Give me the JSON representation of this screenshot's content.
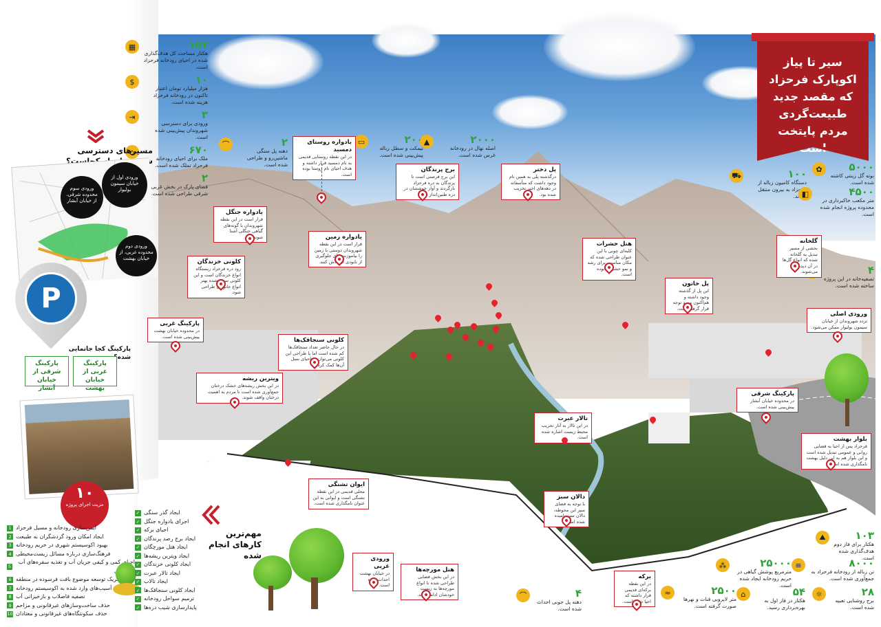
{
  "title": "سیر تا پیاز اکوپارک فرحزاد که مقصد جدید طبیعت‌گردی مردم پایتخت است",
  "stats_left": [
    {
      "icon": "area-icon",
      "num": "۱۵۷",
      "text": "هکتار مساحت کل هدف‌گذاری شده در احیای رودخانه فرحزاد است."
    },
    {
      "icon": "money-icon",
      "num": "۱۰",
      "text": "هزار میلیارد تومان اعتبار تاکنون در رودخانه فرحزاد هزینه شده است."
    },
    {
      "icon": "entry-icon",
      "num": "۳",
      "text": "ورودی برای دسترسی شهروندان پیش‌بینی شده است."
    },
    {
      "icon": "house-icon",
      "num": "۶۷۰",
      "text": "ملک برای احیای رودخانه فرحزاد تملک شده است."
    },
    {
      "icon": "park-icon",
      "num": "۲",
      "text": "فضای پارک در بخش غربی و شرقی طراحی شده است."
    }
  ],
  "stats_top": [
    {
      "icon": "bridge-icon",
      "num": "۲",
      "text": "دهنه پل سنگی ماشین‌رو و طراحی شده است."
    },
    {
      "icon": "bench-icon",
      "num": "۲۰۰",
      "text": "نیمکت و سطل زباله پیش‌بینی شده است."
    },
    {
      "icon": "tree-icon",
      "num": "۲۰۰۰",
      "text": "اصله نهال در رودخانه غرس شده است."
    }
  ],
  "stats_right": [
    {
      "icon": "flower-icon",
      "num": "۵۰۰۰",
      "text": "بوته گل زینتی کاشته شده است."
    },
    {
      "icon": "truck-icon",
      "num": "۱۰۰",
      "text": "دستگاه کامیون زباله از فرحزاد به بیرون منتقل کردند."
    },
    {
      "icon": "cube-icon",
      "num": "۴۵۰۰",
      "text": "متر مکعب خاکبرداری در محدوده پروژه انجام شده است."
    },
    {
      "icon": "filter-icon",
      "num": "۴",
      "text": "تصفیه‌خانه در این پروژه ساخته شده است."
    }
  ],
  "stats_bottom": [
    {
      "icon": "hectare-icon",
      "num": "۱۰۳",
      "text": "هکتار برای فاز دوم هدف‌گذاری شده است."
    },
    {
      "icon": "road-icon",
      "num": "۸۰۰۰",
      "text": "تن زباله از رودخانه فرحزاد به جمع‌آوری شده است."
    },
    {
      "icon": "grass-icon",
      "num": "۲۵۰۰۰",
      "text": "مترمربع پوشش گیاهی در حریم رودخانه ایجاد شده است."
    },
    {
      "icon": "lamp-icon",
      "num": "۲۸",
      "text": "برج روشنایی تعبیه شده است."
    },
    {
      "icon": "factory-icon",
      "num": "۵۴",
      "text": "هکتار در فاز اول به بهره‌برداری رسید."
    },
    {
      "icon": "water-icon",
      "num": "۲۵۰۰",
      "text": "متر لایروبی قنات و نهرها صورت گرفته است."
    },
    {
      "icon": "bridge-icon",
      "num": "۴",
      "text": "دهنه پل جوبی احداث شده است."
    }
  ],
  "access": {
    "heading": "مسیرهای دسترسی شهروندان از کجاست؟",
    "entry1": "ورودی اول از خیابان سیمون بولیوار",
    "entry2": "ورودی سوم محدوده شرقی، از خیابان آبشار",
    "entry3": "ورودی دوم محدوده غربی، از خیابان بهشت"
  },
  "parking": {
    "heading": "پارکینگ کجا جانمایی شده؟",
    "east": "پارکینگ شرقی از خیابان آبشار",
    "west": "پارکینگ غربی از خیابان بهشت"
  },
  "measures": {
    "badge_num": "۱۰",
    "badge_text": "مزیت اجرای پروژه",
    "items": [
      "ایمن‌سازی رودخانه و مسیل فرحزاد",
      "ایجاد امکان ورود گردشگران به طبیعت",
      "بهبود اکوسیستم شهری در حریم رودخانه",
      "فرهنگ‌سازی درباره مسائل زیست‌محیطی",
      "احیای کمی و کیفی جریان آب و تغذیه سفره‌های آب زیرزمینی",
      "تحریک توسعه موضوع بافت فرسوده در منطقه",
      "رفع آسیب‌های وارد شده به اکوسیستم رودخانه",
      "تصفیه فاضلاب و بازخیزانی آب",
      "حذف ساخت‌وسازهای غیرقانونی و مزاحم",
      "حذف سکونتگاه‌های غیرقانونی و معتادان"
    ]
  },
  "works": {
    "heading": "مهم‌ترین کارهای انجام شده",
    "items": [
      "ایجاد گذر سنگی",
      "اجرای یادواره جنگل",
      "احیای برکه",
      "ایجاد برج رصد پرندگان",
      "ایجاد هتل مورچگان",
      "ایجاد ویترین ریشه‌ها",
      "ایجاد کلونی خزندگان",
      "ایجاد تالار عبرت",
      "ایجاد تالاب",
      "ایجاد کلونی سنجاقک‌ها",
      "ترمیم سواحل رودخانه",
      "پایدارسازی شیب دره‌ها"
    ]
  },
  "callouts": [
    {
      "id": "village",
      "title": "یادواره روستای دمسید",
      "desc": "در این نقطه روستایی قدیمی به نام دمسید قرار داشته و هدف احیای نام روستا بوده است."
    },
    {
      "id": "bird-tower",
      "title": "برج پرندگان",
      "desc": "این برج فرصتی است تا پرندگان به دره فرحزاد بازگردند و آواز خوششان در دره طنین‌انداز شود."
    },
    {
      "id": "girl-bridge",
      "title": "پل دختر",
      "desc": "درگذشته پلی به همین نام وجود داشت که متأسفانه در دهه‌های اخیر تخریب شده بود."
    },
    {
      "id": "forest",
      "title": "یادواره جنگل",
      "desc": "قرار است در این نقطه شهروندان با گونه‌های گیاهی جنگلی آشنا شوند."
    },
    {
      "id": "earth",
      "title": "یادواره زمین",
      "desc": "قرار است در این نقطه شهروندان دوستی با زمین را بیاموزند برای جلوگیری از نابودی آن تلاش کنند."
    },
    {
      "id": "reptiles",
      "title": "کلونی خزندگان",
      "desc": "رود دره فرحزاد زیستگاه انواع خزندگان است و این کلونی سعی شده بهتر انواع جانوران طراحی شود."
    },
    {
      "id": "insects",
      "title": "هتل حشرات",
      "desc": "کلبه‌ای چوبی با این عنوان طراحی شده که مکان مناسبی برای رشد و نمو حشرات بوده است."
    },
    {
      "id": "gardens",
      "title": "گلخانه",
      "desc": "بخشی از مسیر تبدیل به گلخانه شده که انواع گل‌ها در آن دیده می‌شوند."
    },
    {
      "id": "khatoon-bridge",
      "title": "پل خاتون",
      "desc": "این پل از گذشته وجود داشته و هم‌اکنون مورد توجه قرار گرفته است."
    },
    {
      "id": "main-entry",
      "title": "ورودی اصلی",
      "desc": "تردد شهروندان از خیابان سیمون بولیوار ممکن می‌شود."
    },
    {
      "id": "west-parking",
      "title": "پارکینگ غربی",
      "desc": "در محدوده خیابان بهشت پیش‌بینی شده است."
    },
    {
      "id": "dragonflies",
      "title": "کلونی سنجاقک‌ها",
      "desc": "در حال حاضر تعداد سنجاقک‌ها کم شده است اما با طراحی این کلونی می‌توان به احیای نسل آن‌ها کمک کرد."
    },
    {
      "id": "roots",
      "title": "ویترین ریشه",
      "desc": "در این بخش ریشه‌های خشک درختان جمع‌آوری شده است تا مردم به اهمیت درختان واقف شوند."
    },
    {
      "id": "lesson-hall",
      "title": "تالار عبرت",
      "desc": "در این تالار به آثار تخریب محیط زیست اشاره شده است."
    },
    {
      "id": "east-parking",
      "title": "پارکینگ شرقی",
      "desc": "در محدوده خیابان آبشار پیش‌بینی شده است."
    },
    {
      "id": "behesht-blvd",
      "title": "بلوار بهشت",
      "desc": "فرحزاد پس از احیا به فضایی روانی و عمومی تبدیل شده است و این بلوار هم به این دلیل بهشت نامگذاری شده است."
    },
    {
      "id": "thirst-porch",
      "title": "ایوان تشنگی",
      "desc": "محلی قدیمی در این نقطه تشنگی است و ایوانی به این عنوان نامگذاری شده است."
    },
    {
      "id": "green-hall",
      "title": "دالان سبز",
      "desc": "با توجه به فضای سبز این محوطه، دالان سبز نامیده شده است."
    },
    {
      "id": "west-entry",
      "title": "ورودی غربی",
      "desc": "در خیابان بهشت احداث شده است."
    },
    {
      "id": "ant-hotel",
      "title": "هتل مورچه‌ها",
      "desc": "در این بخش فضایی طراحی شده تا انواع مورچه‌ها به زیست خودشان ادامه دهند."
    },
    {
      "id": "pond",
      "title": "برکه",
      "desc": "در این نقطه برکه‌ای قدیمی قرار داشته که احیا شده است."
    }
  ]
}
